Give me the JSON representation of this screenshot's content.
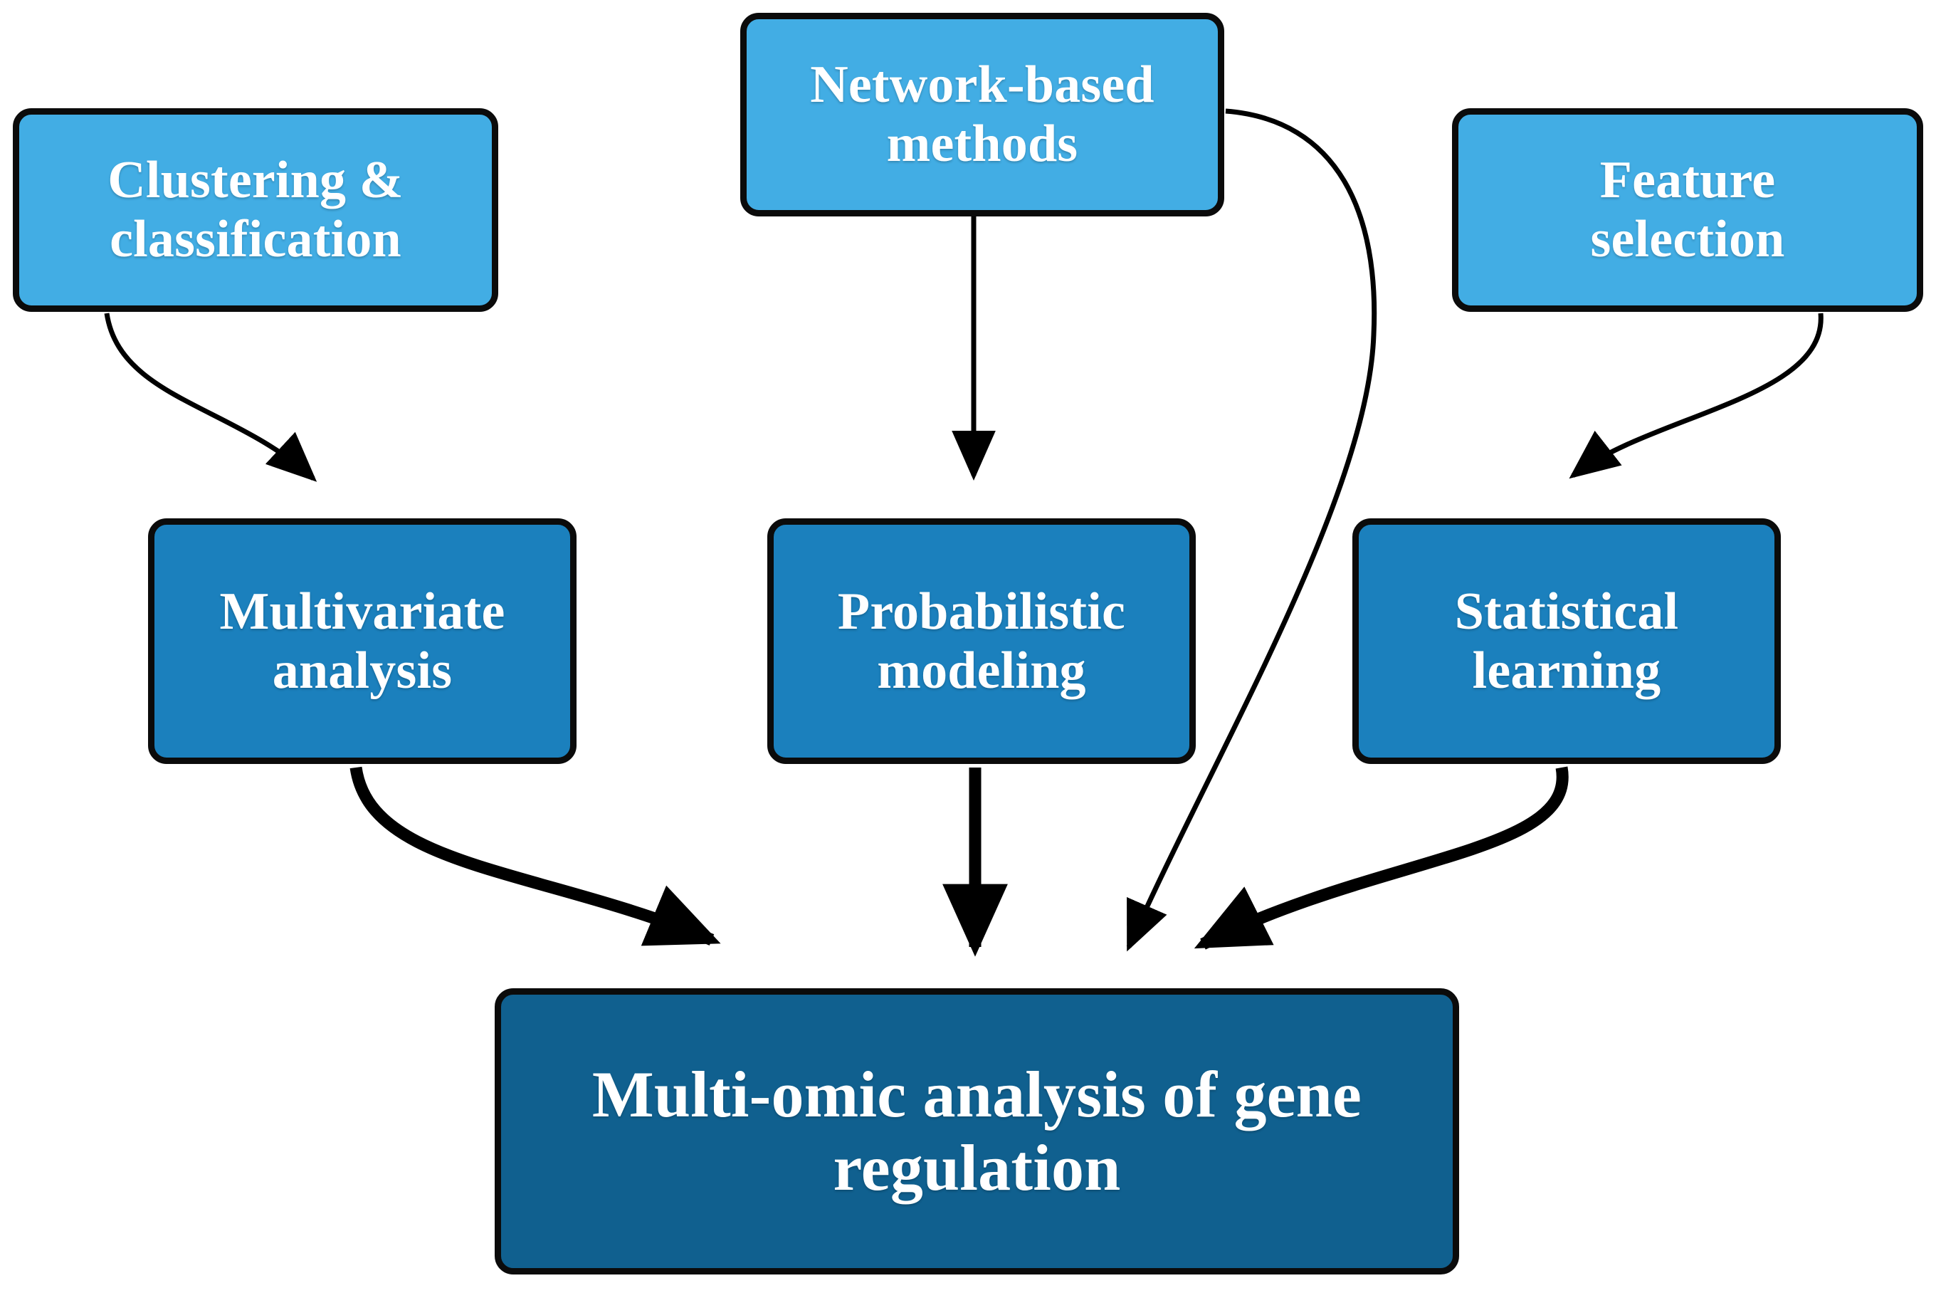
{
  "diagram": {
    "type": "flowchart",
    "title": "Multi-omic analysis of gene regulation methods flowchart",
    "colors": {
      "tier_1_fill": "#42ade4",
      "tier_2_fill": "#1b80bd",
      "tier_3_fill": "#10608f",
      "node_border": "#0b0b0b",
      "edge_color": "#000000",
      "label_color": "#ffffff",
      "background": "#ffffff"
    },
    "nodes": [
      {
        "id": "clustering",
        "label": "Clustering &\nclassification",
        "tier": 1
      },
      {
        "id": "network",
        "label": "Network-based\nmethods",
        "tier": 1
      },
      {
        "id": "feature",
        "label": "Feature\nselection",
        "tier": 1
      },
      {
        "id": "multivariate",
        "label": "Multivariate\nanalysis",
        "tier": 2
      },
      {
        "id": "probabilistic",
        "label": "Probabilistic\nmodeling",
        "tier": 2
      },
      {
        "id": "statistical",
        "label": "Statistical\nlearning",
        "tier": 2
      },
      {
        "id": "target",
        "label": "Multi-omic analysis of gene\nregulation",
        "tier": 3
      }
    ],
    "edges": [
      {
        "from": "clustering",
        "to": "multivariate",
        "style": "thin-curve"
      },
      {
        "from": "network",
        "to": "probabilistic",
        "style": "thin-straight"
      },
      {
        "from": "feature",
        "to": "statistical",
        "style": "thin-curve"
      },
      {
        "from": "network",
        "to": "target",
        "style": "thin-long-curve"
      },
      {
        "from": "multivariate",
        "to": "target",
        "style": "thick-curve"
      },
      {
        "from": "probabilistic",
        "to": "target",
        "style": "thick-straight"
      },
      {
        "from": "statistical",
        "to": "target",
        "style": "thick-curve"
      }
    ]
  }
}
